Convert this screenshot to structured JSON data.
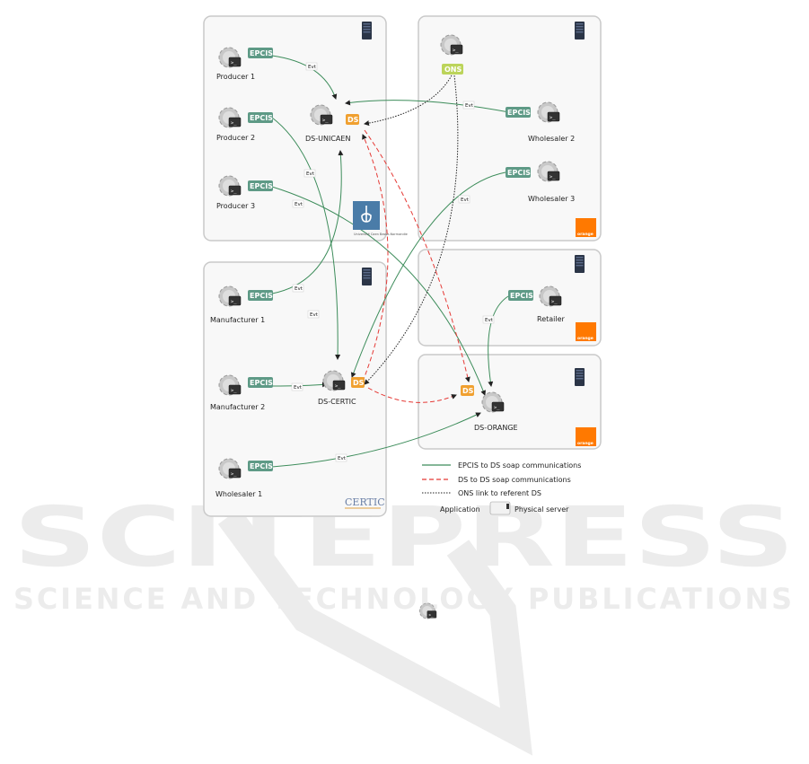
{
  "watermark": {
    "line1": "SCITEPRESS",
    "line2": "SCIENCE AND TECHNOLOGY PUBLICATIONS"
  },
  "colors": {
    "epcis_link": "#3c8c5a",
    "ds_link": "#e53935",
    "ons_link": "#333333",
    "epcis_badge": "#5e9a86",
    "ds_badge": "#f0a030",
    "ons_badge": "#bcd45a",
    "orange": "#ff7900"
  },
  "nodes": {
    "producer1": "Producer 1",
    "producer2": "Producer 2",
    "producer3": "Producer 3",
    "ds_unicaen": "DS-UNICAEN",
    "wholesaler2": "Wholesaler 2",
    "wholesaler3": "Wholesaler 3",
    "manufacturer1": "Manufacturer 1",
    "manufacturer2": "Manufacturer 2",
    "ds_certic": "DS-CERTIC",
    "wholesaler1": "Wholesaler 1",
    "retailer": "Retailer",
    "ds_orange": "DS-ORANGE"
  },
  "badges": {
    "epcis": "EPCIS",
    "ds": "DS",
    "ons": "ONS",
    "evt": "Evt"
  },
  "logos": {
    "orange": "orange",
    "certic": "CERTIC",
    "unicaen": "Université Caen Basse-Normandie"
  },
  "legend": {
    "epcis_to_ds": "EPCIS to DS soap communications",
    "ds_to_ds": "DS to DS soap communications",
    "ons_link": "ONS link to referent DS",
    "application": "Application",
    "physical_server": "Physical server"
  }
}
